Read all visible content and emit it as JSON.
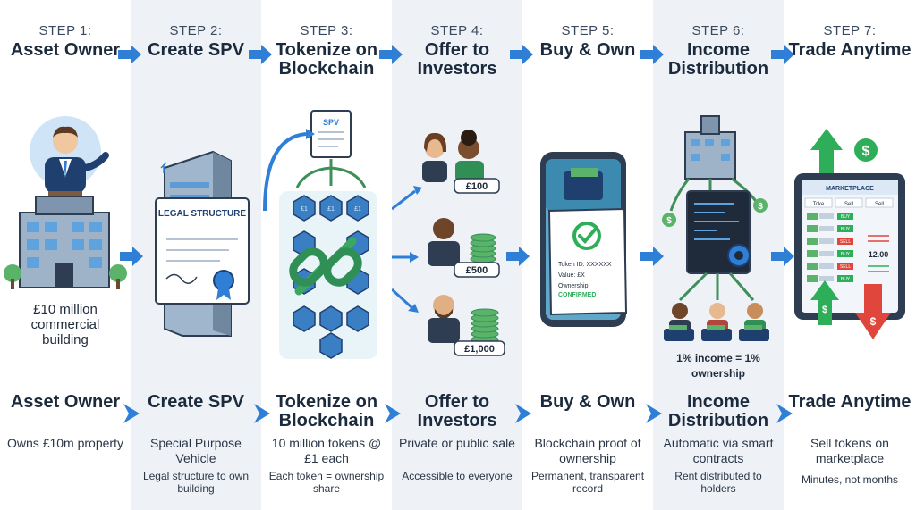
{
  "colors": {
    "accent": "#2f7fd6",
    "green": "#2fae5a",
    "red": "#e0463c",
    "shade": "#eef2f7"
  },
  "steps": [
    {
      "num": "STEP 1:",
      "title": "Asset Owner",
      "bottom_title": "Asset Owner",
      "desc": "Owns £10m property",
      "note": ""
    },
    {
      "num": "STEP 2:",
      "title": "Create SPV",
      "bottom_title": "Create SPV",
      "desc": "Special Purpose Vehicle",
      "note": "Legal structure to own building"
    },
    {
      "num": "STEP 3:",
      "title": "Tokenize on Blockchain",
      "bottom_title": "Tokenize on Blockchain",
      "desc": "10 million tokens @ £1 each",
      "note": "Each token = ownership share"
    },
    {
      "num": "STEP 4:",
      "title": "Offer to Investors",
      "bottom_title": "Offer to Investors",
      "desc": "Private or public sale",
      "note": "Accessible to everyone"
    },
    {
      "num": "STEP 5:",
      "title": "Buy & Own",
      "bottom_title": "Buy & Own",
      "desc": "Blockchain proof of ownership",
      "note": "Permanent, transparent record"
    },
    {
      "num": "STEP 6:",
      "title": "Income Distribution",
      "bottom_title": "Income Distribution",
      "desc": "Automatic via smart contracts",
      "note": "Rent distributed to holders"
    },
    {
      "num": "STEP 7:",
      "title": "Trade Anytime",
      "bottom_title": "Trade Anytime",
      "desc": "Sell tokens on marketplace",
      "note": "Minutes, not months"
    }
  ],
  "illustrations": {
    "building_caption": "£10 million commercial building",
    "legal_doc": "LEGAL STRUCTURE",
    "spv_doc": "SPV",
    "token_symbol": "£1",
    "investor_amounts": [
      "£100",
      "£500",
      "£1,000"
    ],
    "receipt": {
      "token_id": "Token ID: XXXXXX",
      "value": "Value: £X",
      "ownership": "Ownership:",
      "status": "CONFIRMED"
    },
    "income_caption": "1% income = 1% ownership",
    "marketplace": {
      "title": "MARKETPLACE",
      "tabs": [
        "Toke",
        "Sell",
        "Sell"
      ],
      "buy": "BUY",
      "sell": "SELL",
      "price": "12.00"
    },
    "dollar": "$"
  }
}
